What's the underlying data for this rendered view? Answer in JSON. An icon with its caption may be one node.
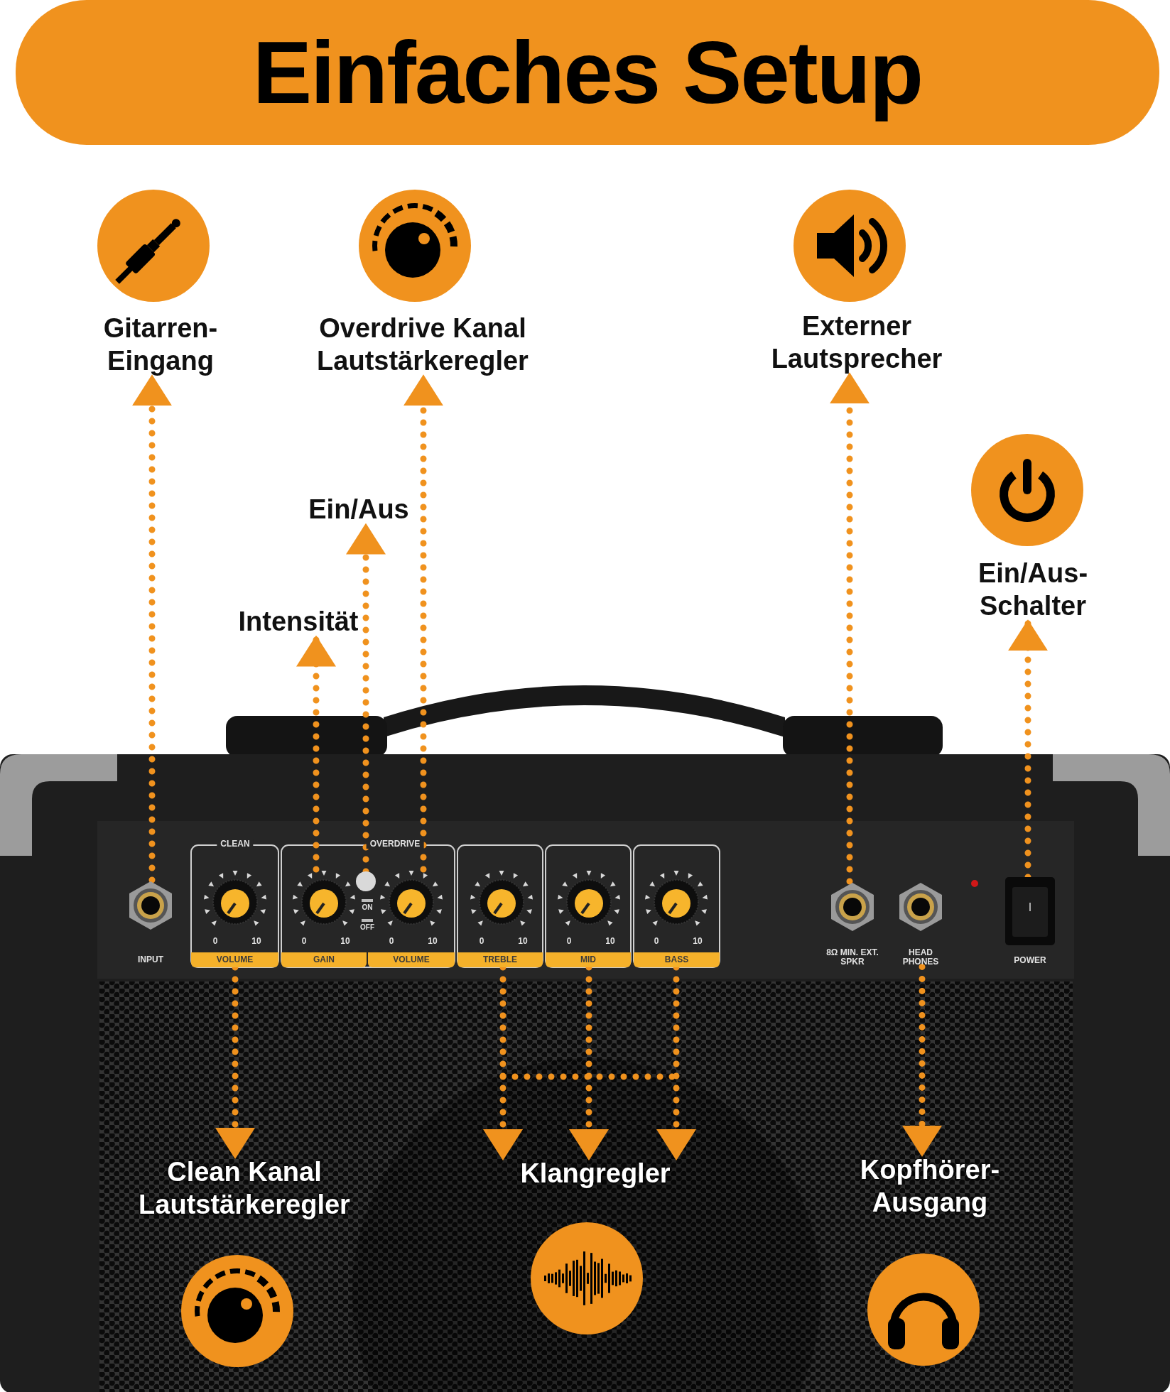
{
  "diagram": {
    "title": "Einfaches Setup",
    "nodes": [
      {
        "text": [
          "Gitarren- Eingang"
        ]
      },
      {
        "text": [
          "Overdrive Kanal Lautstärkeregler"
        ]
      },
      {
        "text": [
          "Externer Lautsprecher"
        ]
      },
      {
        "text": [
          "Ein/Aus"
        ]
      },
      {
        "text": [
          "Ein/Aus- Schalter"
        ]
      },
      {
        "text": [
          "Intensität"
        ]
      },
      {
        "text": [],
        "shape": "picture"
      },
      {
        "text": [],
        "shape": "picture"
      },
      {
        "text": [],
        "shape": "picture"
      },
      {
        "text": [],
        "shape": "circle"
      },
      {
        "text": [],
        "shape": "picture"
      },
      {
        "text": [],
        "shape": "picture"
      },
      {
        "text": [],
        "shape": "picture"
      },
      {
        "text": [],
        "shape": "picture"
      },
      {
        "text": [],
        "shape": "picture"
      },
      {
        "text": [],
        "shape": "picture"
      },
      {
        "text": [],
        "shape": "picture"
      },
      {
        "text": [
          "VOLUME"
        ]
      },
      {
        "text": [
          "GAIN"
        ]
      },
      {
        "text": [
          "VOLUME"
        ]
      },
      {
        "text": [
          "TREBLE"
        ]
      },
      {
        "text": [
          "MID"
        ]
      },
      {
        "text": [
          "BASS"
        ]
      },
      {
        "text": [
          "HEAD PHONES"
        ]
      },
      {
        "text": [
          "Clean Kanal Lautstärkeregler"
        ]
      },
      {
        "text": [
          "Klangregler"
        ]
      },
      {
        "text": [
          "Kopfhörer- Ausgang"
        ]
      }
    ],
    "edges": [
      {
        "from": 6,
        "to": 0,
        "arrow": "to",
        "style": "dashed"
      },
      {
        "from": 10,
        "to": 1,
        "arrow": "to",
        "style": "dashed"
      },
      {
        "from": 14,
        "to": 2,
        "arrow": "to",
        "style": "dashed"
      },
      {
        "from": 9,
        "to": 3,
        "arrow": "to",
        "style": "dashed"
      },
      {
        "from": 16,
        "to": 4,
        "arrow": "to",
        "style": "dashed"
      },
      {
        "from": 8,
        "to": 5,
        "arrow": "to",
        "style": "dashed"
      },
      {
        "from": 17,
        "to": 24,
        "arrow": "to",
        "style": "dashed"
      },
      {
        "from": 20,
        "to": 25,
        "arrow": "to",
        "style": "dashed"
      },
      {
        "from": 21,
        "to": 25,
        "arrow": "to",
        "style": "dashed"
      },
      {
        "from": 22,
        "to": 25,
        "arrow": "to",
        "style": "dashed"
      },
      {
        "from": 23,
        "to": 26,
        "arrow": "to",
        "style": "dashed"
      }
    ],
    "labels": [
      "CLEAN",
      "OVERDRIVE",
      "0",
      "10",
      "0",
      "10",
      "ON",
      "OFF",
      "0",
      "10",
      "0",
      "10",
      "0",
      "10",
      "0",
      "10",
      "INPUT",
      "8Ω MIN. EXT. SPKR",
      "POWER"
    ]
  }
}
